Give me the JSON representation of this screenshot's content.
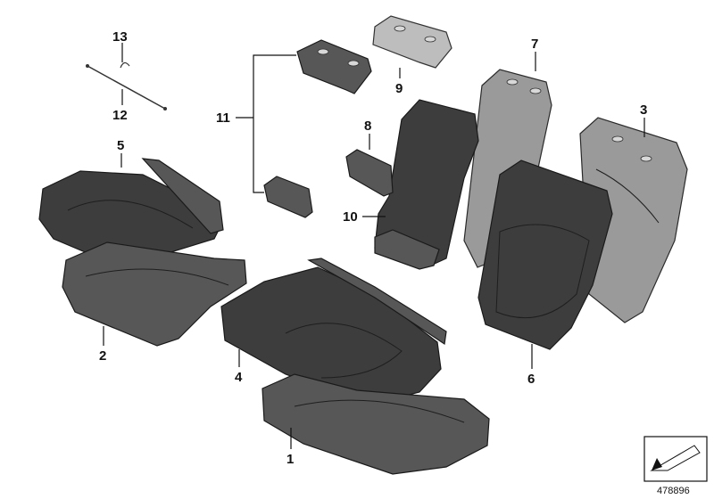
{
  "callouts": {
    "c1": "1",
    "c2": "2",
    "c3": "3",
    "c4": "4",
    "c5": "5",
    "c6": "6",
    "c7": "7",
    "c8": "8",
    "c9": "9",
    "c10": "10",
    "c11": "11",
    "c12": "12",
    "c13": "13"
  },
  "reference_number": "478896",
  "parts": [
    {
      "id": "1",
      "name": "seat-cushion-cover-right"
    },
    {
      "id": "2",
      "name": "seat-cushion-cover-left"
    },
    {
      "id": "3",
      "name": "backrest-frame-right"
    },
    {
      "id": "4",
      "name": "seat-upholstery-right"
    },
    {
      "id": "5",
      "name": "seat-upholstery-left"
    },
    {
      "id": "6",
      "name": "backrest-upholstery-right"
    },
    {
      "id": "7",
      "name": "backrest-frame-center"
    },
    {
      "id": "8",
      "name": "trim-cover-small"
    },
    {
      "id": "9",
      "name": "headrest-cover"
    },
    {
      "id": "10",
      "name": "center-backrest-section"
    },
    {
      "id": "11",
      "name": "headrest-and-trim-group"
    },
    {
      "id": "12",
      "name": "retaining-wire"
    },
    {
      "id": "13",
      "name": "spring-clip"
    }
  ],
  "colors": {
    "upholstery_dark": "#3d3d3d",
    "upholstery_mid": "#575757",
    "frame_light": "#9a9a9a",
    "headrest_pale": "#bdbdbd"
  }
}
